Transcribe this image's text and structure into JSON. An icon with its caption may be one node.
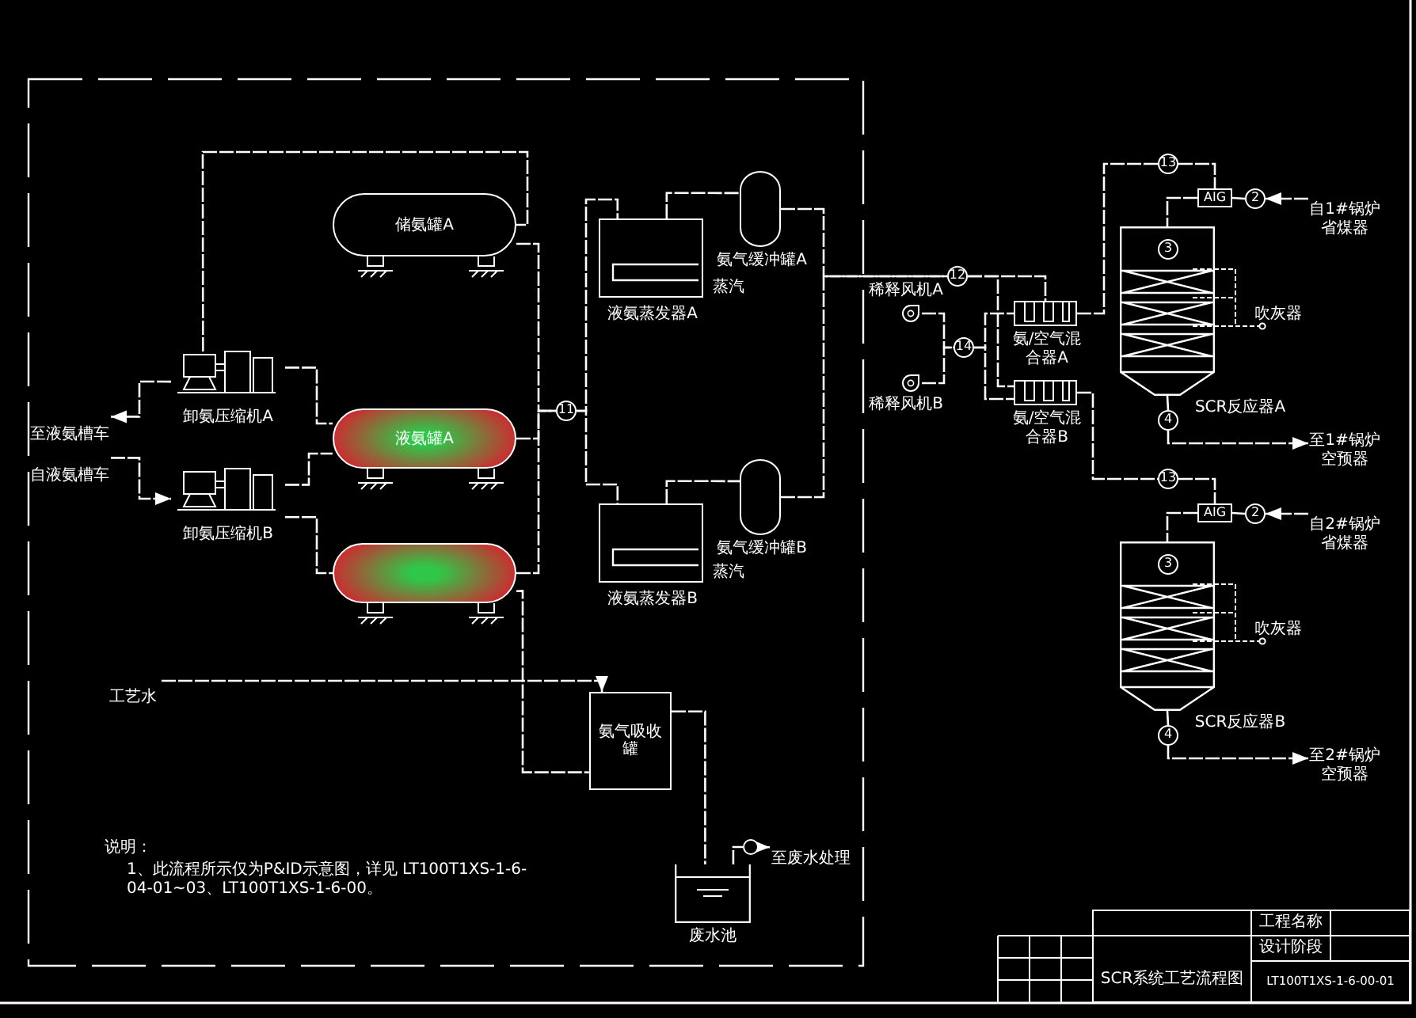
{
  "diagram": {
    "nodes": [
      {
        "text": [
          "卸氨压缩机A"
        ]
      },
      {
        "text": [
          "卸氨压缩机B"
        ]
      },
      {
        "text": [
          "储氨罐A"
        ]
      },
      {
        "text": [
          "液氨罐A"
        ]
      },
      {
        "text": [],
        "shape": "cylinder"
      },
      {
        "text": [
          "液氨蒸发器A"
        ],
        "beside": [
          "蒸汽"
        ]
      },
      {
        "text": [
          "液氨蒸发器B"
        ],
        "beside": [
          "蒸汽"
        ]
      },
      {
        "text": [
          "氨气缓冲罐A"
        ]
      },
      {
        "text": [
          "氨气缓冲罐B"
        ]
      },
      {
        "text": [
          "11"
        ]
      },
      {
        "text": [
          "12"
        ]
      },
      {
        "text": [
          "氨/空气混合器A"
        ]
      },
      {
        "text": [
          "氨/空气混合器B"
        ]
      },
      {
        "text": [
          "14"
        ]
      },
      {
        "text": [
          "稀释风机A"
        ]
      },
      {
        "text": [
          "稀释风机B"
        ]
      },
      {
        "text": [
          "13"
        ]
      },
      {
        "text": [
          "AIG"
        ]
      },
      {
        "text": [
          "2"
        ]
      },
      {
        "text": [
          "SCR反应器A"
        ],
        "beside": [
          "吹灰器"
        ]
      },
      {
        "text": [
          "3"
        ],
        "in": 19
      },
      {
        "text": [
          "4"
        ]
      },
      {
        "text": [
          "13"
        ]
      },
      {
        "text": [
          "AIG"
        ]
      },
      {
        "text": [
          "2"
        ]
      },
      {
        "text": [
          "SCR反应器B"
        ],
        "beside": [
          "吹灰器"
        ]
      },
      {
        "text": [
          "3"
        ],
        "in": 25
      },
      {
        "text": [
          "4"
        ]
      },
      {
        "text": [
          "氨气吸收罐"
        ]
      },
      {
        "text": [
          "废水池"
        ]
      },
      {
        "text": [],
        "shape": "circle"
      },
      {
        "text": [
          "至液氨槽车"
        ]
      },
      {
        "text": [
          "自液氨槽车"
        ]
      },
      {
        "text": [
          "工艺水"
        ]
      },
      {
        "text": [
          "自1#锅炉省煤器"
        ]
      },
      {
        "text": [
          "至1#锅炉空预器"
        ]
      },
      {
        "text": [
          "自2#锅炉省煤器"
        ]
      },
      {
        "text": [
          "至2#锅炉空预器"
        ]
      },
      {
        "text": [
          "至废水处理"
        ]
      }
    ],
    "edges": [
      {
        "from": 0,
        "to": 31,
        "arrow": "to"
      },
      {
        "from": 32,
        "to": 1,
        "arrow": "to"
      },
      {
        "from": 0,
        "to": 2,
        "arrow": "none"
      },
      {
        "from": 1,
        "to": 3,
        "arrow": "none"
      },
      {
        "from": 0,
        "to": 3,
        "arrow": "none"
      },
      {
        "from": 1,
        "to": 4,
        "arrow": "none"
      },
      {
        "from": 2,
        "to": 9,
        "arrow": "none"
      },
      {
        "from": 3,
        "to": 9,
        "arrow": "none"
      },
      {
        "from": 4,
        "to": 9,
        "arrow": "none"
      },
      {
        "from": 9,
        "to": 5,
        "arrow": "none"
      },
      {
        "from": 9,
        "to": 6,
        "arrow": "none"
      },
      {
        "from": 5,
        "to": 7,
        "arrow": "none"
      },
      {
        "from": 6,
        "to": 8,
        "arrow": "none"
      },
      {
        "from": 7,
        "to": 10,
        "arrow": "none"
      },
      {
        "from": 8,
        "to": 10,
        "arrow": "none"
      },
      {
        "from": 10,
        "to": 11,
        "arrow": "none"
      },
      {
        "from": 10,
        "to": 12,
        "arrow": "none"
      },
      {
        "from": 14,
        "to": 13,
        "arrow": "none"
      },
      {
        "from": 15,
        "to": 13,
        "arrow": "none"
      },
      {
        "from": 13,
        "to": 11,
        "arrow": "none"
      },
      {
        "from": 13,
        "to": 12,
        "arrow": "none"
      },
      {
        "from": 11,
        "to": 16,
        "arrow": "none"
      },
      {
        "from": 16,
        "to": 17,
        "arrow": "none"
      },
      {
        "from": 12,
        "to": 22,
        "arrow": "none"
      },
      {
        "from": 22,
        "to": 23,
        "arrow": "none"
      },
      {
        "from": 18,
        "to": 17,
        "arrow": "none"
      },
      {
        "from": 34,
        "to": 18,
        "arrow": "to"
      },
      {
        "from": 17,
        "to": 19,
        "arrow": "none"
      },
      {
        "from": 19,
        "to": 21,
        "arrow": "none"
      },
      {
        "from": 21,
        "to": 35,
        "arrow": "to"
      },
      {
        "from": 36,
        "to": 24,
        "arrow": "to"
      },
      {
        "from": 24,
        "to": 23,
        "arrow": "none"
      },
      {
        "from": 23,
        "to": 25,
        "arrow": "none"
      },
      {
        "from": 25,
        "to": 27,
        "arrow": "none"
      },
      {
        "from": 27,
        "to": 37,
        "arrow": "to"
      },
      {
        "from": 33,
        "to": 28,
        "arrow": "to"
      },
      {
        "from": 4,
        "to": 28,
        "arrow": "none"
      },
      {
        "from": 28,
        "to": 29,
        "arrow": "none"
      },
      {
        "from": 29,
        "to": 30,
        "arrow": "none"
      },
      {
        "from": 30,
        "to": 38,
        "arrow": "to"
      }
    ],
    "labels": [
      "说明：",
      "1、此流程所示仅为P&ID示意图，详见 LT100T1XS-1-6-04-01~03、LT100T1XS-1-6-00。",
      "工程名称",
      "设计阶段",
      "SCR系统工艺流程图",
      "LT100T1XS-1-6-00-01"
    ]
  }
}
